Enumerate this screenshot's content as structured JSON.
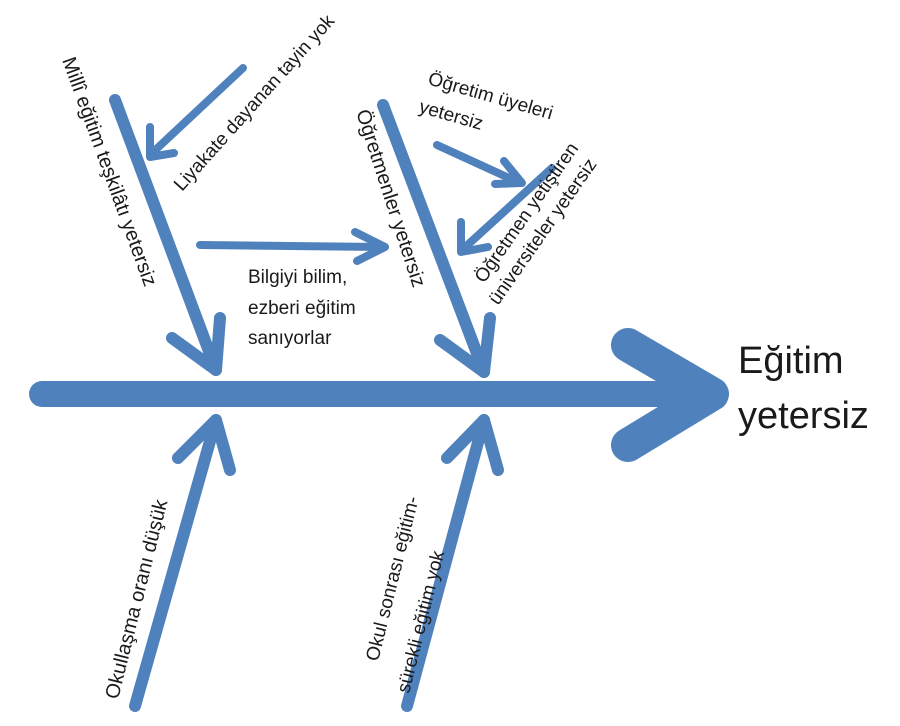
{
  "effect": {
    "line1": "Eğitim",
    "line2": "yetersiz"
  },
  "causes": {
    "teskilat": "Millî eğitim teşkilâtı yetersiz",
    "liyakat": "Liyakate dayanan tayin yok",
    "bilgi": [
      "Bilgiyi bilim,",
      "ezberi eğitim",
      "sanıyorlar"
    ],
    "ogretmenler": "Öğretmenler yetersiz",
    "ogretim_uyeleri": [
      "Öğretim üyeleri",
      "yetersiz"
    ],
    "universiteler": [
      "Öğretmen yetiştiren",
      "üniversiteler yetersiz"
    ],
    "okullasma": "Okullaşma oranı düşük",
    "okul_sonrasi": [
      "Okul sonrası eğitim-",
      "sürekli eğitim yok"
    ]
  },
  "colors": {
    "arrow": "#4f81bd",
    "text": "#1a1a1a",
    "background": "#ffffff"
  }
}
